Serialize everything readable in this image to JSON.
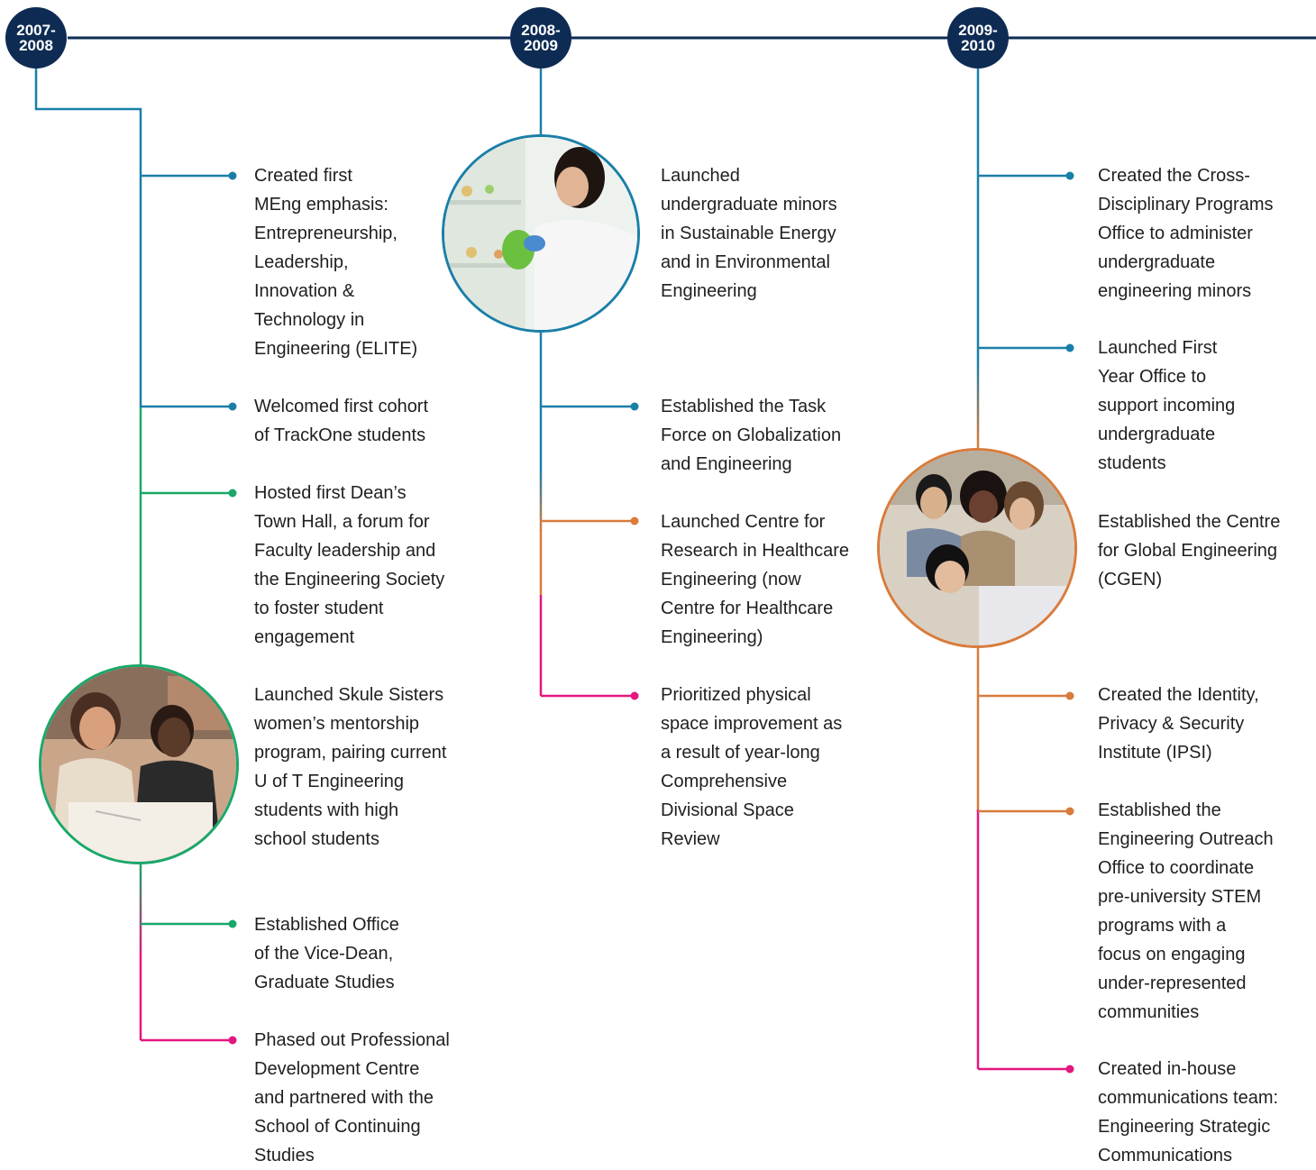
{
  "colors": {
    "navy": "#0e2b54",
    "blue": "#1a7fa8",
    "green": "#1aa86a",
    "orange": "#d97b3c",
    "magenta": "#e3177f"
  },
  "years": [
    {
      "line1": "2007-",
      "line2": "2008"
    },
    {
      "line1": "2008-",
      "line2": "2009"
    },
    {
      "line1": "2009-",
      "line2": "2010"
    }
  ],
  "col1": [
    {
      "lines": [
        "Created first",
        "MEng emphasis:",
        "Entrepreneurship,",
        "Leadership,",
        "Innovation &",
        "Technology in",
        "Engineering (ELITE)"
      ]
    },
    {
      "lines": [
        "Welcomed first cohort",
        "of TrackOne students"
      ]
    },
    {
      "lines": [
        "Hosted first Dean’s",
        "Town Hall, a forum for",
        "Faculty leadership and",
        "the Engineering Society",
        "to foster student",
        "engagement"
      ]
    },
    {
      "lines": [
        "Launched Skule Sisters",
        "women’s mentorship",
        "program, pairing current",
        "U of T Engineering",
        "students with high",
        "school students"
      ]
    },
    {
      "lines": [
        "Established Office",
        "of the Vice-Dean,",
        "Graduate Studies"
      ]
    },
    {
      "lines": [
        "Phased out Professional",
        "Development Centre",
        "and partnered with the",
        "School of Continuing",
        "Studies"
      ]
    }
  ],
  "col2": [
    {
      "lines": [
        "Launched",
        "undergraduate minors",
        "in Sustainable Energy",
        "and in Environmental",
        "Engineering"
      ]
    },
    {
      "lines": [
        "Established the Task",
        "Force on Globalization",
        "and Engineering"
      ]
    },
    {
      "lines": [
        "Launched Centre for",
        "Research in Healthcare",
        "Engineering (now",
        "Centre for Healthcare",
        "Engineering)"
      ]
    },
    {
      "lines": [
        "Prioritized physical",
        "space improvement as",
        "a result of year-long",
        "Comprehensive",
        "Divisional Space",
        "Review"
      ]
    }
  ],
  "col3": [
    {
      "lines": [
        "Created the Cross-",
        "Disciplinary Programs",
        "Office to administer",
        "undergraduate",
        "engineering minors"
      ]
    },
    {
      "lines": [
        "Launched First",
        "Year Office to",
        "support incoming",
        "undergraduate",
        "students"
      ]
    },
    {
      "lines": [
        "Established the Centre",
        "for Global Engineering",
        "(CGEN)"
      ]
    },
    {
      "lines": [
        "Created the Identity,",
        "Privacy & Security",
        "Institute (IPSI)"
      ]
    },
    {
      "lines": [
        "Established the",
        "Engineering Outreach",
        "Office to coordinate",
        "pre-university STEM",
        "programs with a",
        "focus on engaging",
        "under-represented",
        "communities"
      ]
    },
    {
      "lines": [
        "Created in-house",
        "communications team:",
        "Engineering Strategic",
        "Communications"
      ]
    }
  ]
}
